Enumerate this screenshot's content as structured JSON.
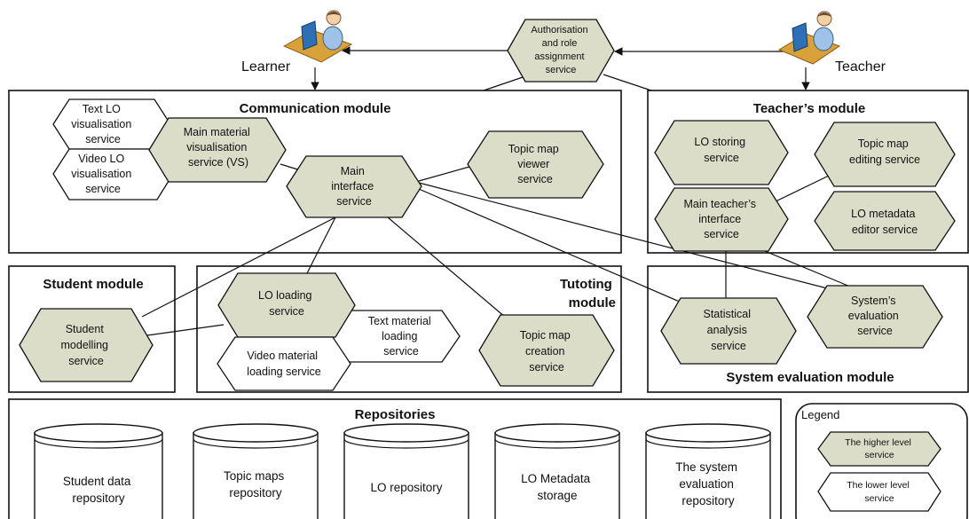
{
  "actors": {
    "learner_label": "Learner",
    "teacher_label": "Teacher"
  },
  "authorisation_service": [
    "Authorisation",
    "and role",
    "assignment",
    "service"
  ],
  "communication_module": {
    "title": "Communication module",
    "text_lo_visualisation": [
      "Text LO",
      "visualisation",
      "service"
    ],
    "video_lo_visualisation": [
      "Video LO",
      "visualisation",
      "service"
    ],
    "main_material_visualisation": [
      "Main material",
      "visualisation",
      "service (VS)"
    ],
    "main_interface": [
      "Main",
      "interface",
      "service"
    ],
    "topic_map_viewer": [
      "Topic map",
      "viewer",
      "service"
    ]
  },
  "teachers_module": {
    "title": "Teacher’s module",
    "lo_storing": [
      "LO storing",
      "service"
    ],
    "topic_map_editing": [
      "Topic map",
      "editing service"
    ],
    "main_teacher_interface": [
      "Main teacher’s",
      "interface",
      "service"
    ],
    "lo_metadata_editor": [
      "LO metadata",
      "editor service"
    ]
  },
  "student_module": {
    "title": "Student module",
    "student_modelling": [
      "Student",
      "modelling",
      "service"
    ]
  },
  "tutoring_module": {
    "title": [
      "Tutoting",
      "module"
    ],
    "lo_loading": [
      "LO loading",
      "service"
    ],
    "text_material_loading": [
      "Text material",
      "loading",
      "service"
    ],
    "video_material_loading": [
      "Video material",
      "loading service"
    ],
    "topic_map_creation": [
      "Topic map",
      "creation",
      "service"
    ]
  },
  "system_evaluation_module": {
    "title": "System evaluation module",
    "statistical_analysis": [
      "Statistical",
      "analysis",
      "service"
    ],
    "systems_evaluation": [
      "System’s",
      "evaluation",
      "service"
    ]
  },
  "repositories": {
    "title": "Repositories",
    "student_data": [
      "Student data",
      "repository"
    ],
    "topic_maps": [
      "Topic maps",
      "repository"
    ],
    "lo_repository": [
      "LO repository"
    ],
    "lo_metadata": [
      "LO Metadata",
      "storage"
    ],
    "system_evaluation": [
      "The system",
      "evaluation",
      "repository"
    ]
  },
  "legend": {
    "title": "Legend",
    "higher": [
      "The higher level",
      "service"
    ],
    "lower": [
      "The lower level",
      "service"
    ]
  },
  "colors": {
    "higher_level_fill": "#dcddc9",
    "lower_level_fill": "#ffffff",
    "line": "#111111"
  }
}
